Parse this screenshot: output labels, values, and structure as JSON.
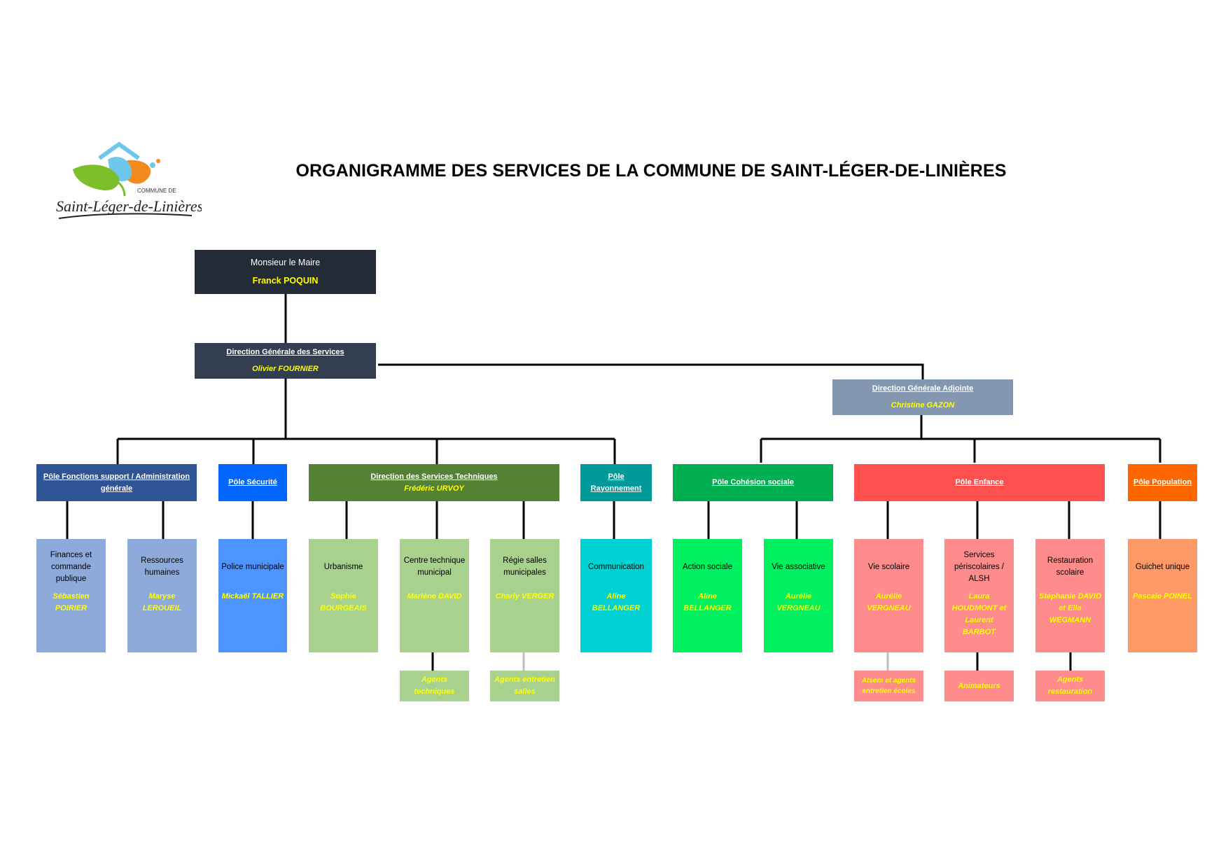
{
  "title": "ORGANIGRAMME DES SERVICES DE LA COMMUNE DE SAINT-LÉGER-DE-LINIÈRES",
  "logo": {
    "line1": "COMMUNE DE",
    "line2": "Saint-Léger-de-Linières"
  },
  "colors": {
    "maire": "#232b36",
    "dgs": "#333f50",
    "dga": "#8497b0",
    "fonctions": "#2f5496",
    "fonctions_light": "#8eaadb",
    "securite": "#0066ff",
    "securite_light": "#4d94ff",
    "techniques": "#548235",
    "techniques_light": "#a9d18e",
    "rayonnement": "#00999a",
    "rayonnement_light": "#00d2d3",
    "cohesion": "#00b050",
    "cohesion_light": "#00f060",
    "enfance": "#ff5050",
    "enfance_light": "#ff8c8c",
    "population": "#ff6600",
    "population_light": "#ff9966",
    "connector": "#000000",
    "connector_light": "#bfbfbf",
    "name_text": "#ffff00"
  },
  "maire": {
    "label": "Monsieur le Maire",
    "name": "Franck POQUIN"
  },
  "dgs": {
    "label": "Direction Générale des Services",
    "name": "Olivier FOURNIER"
  },
  "dga": {
    "label": "Direction Générale Adjointe",
    "name": "Christine GAZON"
  },
  "poles": {
    "fonctions": {
      "label": "Pôle Fonctions support / Administration générale"
    },
    "securite": {
      "label": "Pôle Sécurité"
    },
    "techniques": {
      "label": "Direction des Services Techniques",
      "name": "Frédéric URVOY"
    },
    "rayonnement": {
      "label": "Pôle Rayonnement"
    },
    "cohesion": {
      "label": "Pôle Cohésion sociale"
    },
    "enfance": {
      "label": "Pôle Enfance"
    },
    "population": {
      "label": "Pôle Population"
    }
  },
  "services": {
    "finances": {
      "label": "Finances et commande publique",
      "name": "Sébastien POIRIER"
    },
    "rh": {
      "label": "Ressources humaines",
      "name": "Maryse LEROUEIL"
    },
    "police": {
      "label": "Police municipale",
      "name": "Mickaël TALLIER"
    },
    "urbanisme": {
      "label": "Urbanisme",
      "name": "Sophie BOURGEAIS"
    },
    "ctm": {
      "label": "Centre technique municipal",
      "name": "Marlène DAVID"
    },
    "regie": {
      "label": "Régie salles municipales",
      "name": "Charly VERGER"
    },
    "communication": {
      "label": "Communication",
      "name": "Aline BELLANGER"
    },
    "action_sociale": {
      "label": "Action sociale",
      "name": "Aline BELLANGER"
    },
    "vie_associative": {
      "label": "Vie associative",
      "name": "Aurélie VERGNEAU"
    },
    "vie_scolaire": {
      "label": "Vie scolaire",
      "name": "Aurélie VERGNEAU"
    },
    "periscolaires": {
      "label": "Services périscolaires / ALSH",
      "name": "Laura HOUDMONT et Laurent BARBOT"
    },
    "restauration": {
      "label": "Restauration scolaire",
      "name": "Stéphanie DAVID et Ella WEGMANN"
    },
    "guichet": {
      "label": "Guichet unique",
      "name": "Pascale POINEL"
    }
  },
  "subs": {
    "agents_techniques": "Agents techniques",
    "agents_salles": "Agents entretien salles",
    "atsem": "Atsem et agents entretien écoles",
    "animateurs": "Animateurs",
    "agents_restauration": "Agents restauration"
  }
}
